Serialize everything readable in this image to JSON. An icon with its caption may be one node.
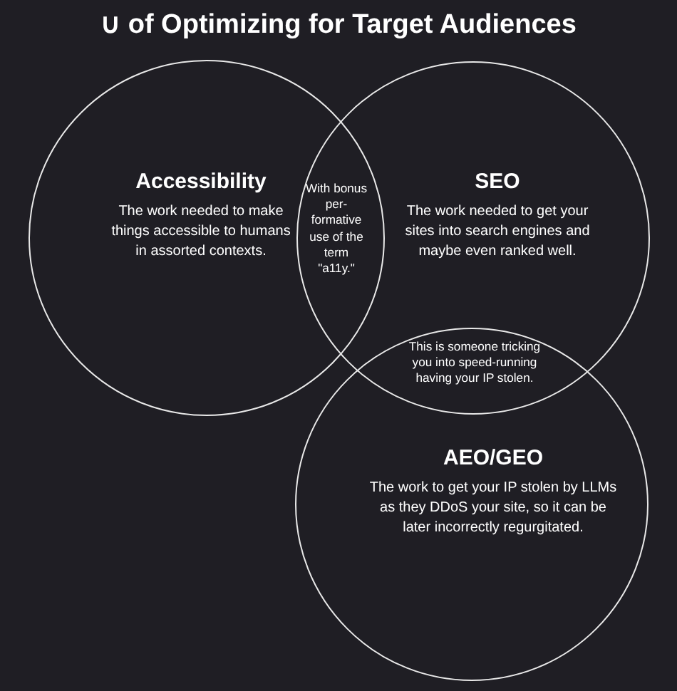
{
  "diagram": {
    "title": "∪ of Optimizing for Target Audiences",
    "nodes": [
      {
        "text": [
          "Accessibility",
          "The work needed to make things accessible to humans in assorted contexts."
        ]
      },
      {
        "text": [
          "SEO",
          "The work needed to get your sites into search engines and maybe even ranked well."
        ]
      },
      {
        "text": [
          "AEO/GEO",
          "The work to get your IP stolen by LLMs as they DDoS your site, so it can be later incorrectly regurgitated."
        ]
      }
    ],
    "labels": [
      "With bonus per-formative use of the term \"a11y.\"",
      "This is someone tricking you into speed-running having your IP stolen."
    ]
  }
}
